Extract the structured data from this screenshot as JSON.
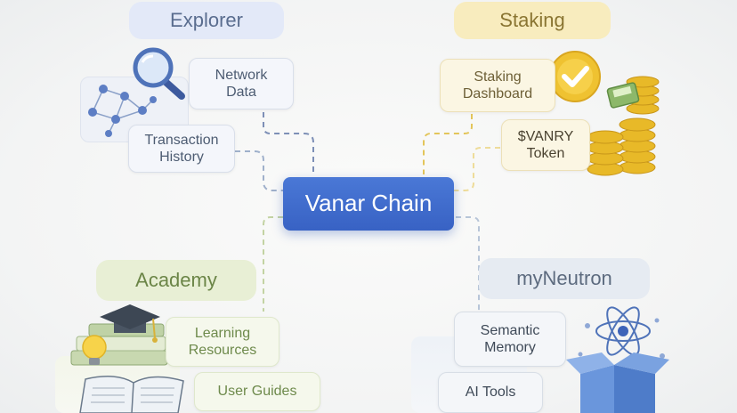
{
  "center": {
    "label": "Vanar Chain"
  },
  "branches": {
    "explorer": {
      "label": "Explorer",
      "items": [
        "Network\nData",
        "Transaction\nHistory"
      ]
    },
    "staking": {
      "label": "Staking",
      "items": [
        "Staking\nDashboard",
        "$VANRY\nToken"
      ]
    },
    "academy": {
      "label": "Academy",
      "items": [
        "Learning\nResources",
        "User Guides"
      ]
    },
    "myneutron": {
      "label": "myNeutron",
      "items": [
        "Semantic\nMemory",
        "AI Tools"
      ]
    }
  },
  "colors": {
    "center": "#3f6dcf",
    "explorer": "#5a6d8f",
    "staking": "#d8a928",
    "academy": "#8faa63",
    "myneutron": "#8ea4c2"
  },
  "icons": [
    "network-graph-icon",
    "magnifier-icon",
    "checkmark-badge-icon",
    "coin-stack-icon",
    "wallet-icon",
    "graduation-cap-icon",
    "lightbulb-icon",
    "open-book-icon",
    "atom-icon",
    "open-box-icon"
  ]
}
